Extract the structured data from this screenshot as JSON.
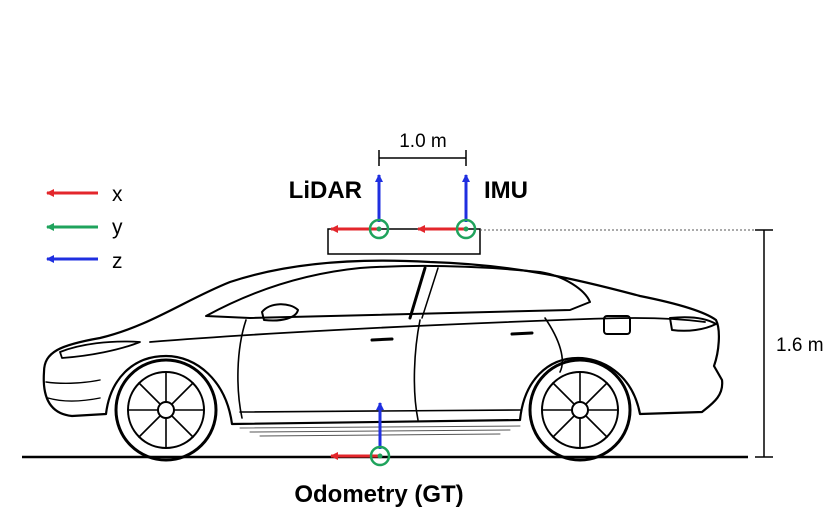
{
  "legend": {
    "items": [
      {
        "axis": "x",
        "color": "#e3262b"
      },
      {
        "axis": "y",
        "color": "#1fa35c"
      },
      {
        "axis": "z",
        "color": "#1f2fe0"
      }
    ]
  },
  "sensors": {
    "lidar_label": "LiDAR",
    "imu_label": "IMU",
    "odometry_label": "Odometry (GT)"
  },
  "dimensions": {
    "sensor_spacing": "1.0 m",
    "mount_height": "1.6 m"
  },
  "colors": {
    "x_axis": "#e3262b",
    "y_axis": "#1fa35c",
    "z_axis": "#1f2fe0",
    "line": "#000000"
  }
}
